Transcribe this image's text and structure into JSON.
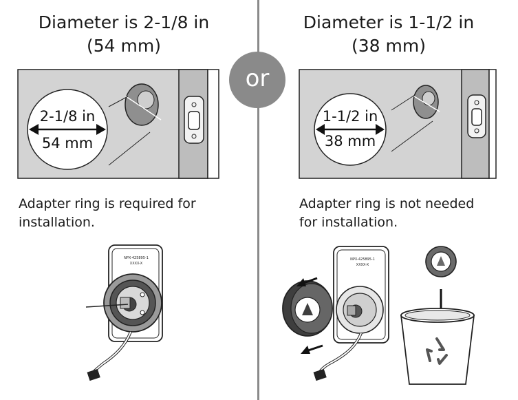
{
  "separator": {
    "label": "or"
  },
  "left": {
    "title_line1": "Diameter is 2-1/8 in",
    "title_line2": "(54 mm)",
    "circle_line1": "2-1/8 in",
    "circle_line2": "54 mm",
    "caption": "Adapter ring is required for\ninstallation.",
    "part_label_line1": "NPX-425895-1",
    "part_label_line2": "XXXX-X"
  },
  "right": {
    "title_line1": "Diameter is 1-1/2 in",
    "title_line2": "(38 mm)",
    "circle_line1": "1-1/2 in",
    "circle_line2": "38 mm",
    "caption": "Adapter ring is not needed\nfor installation.",
    "part_label_line1": "NPX-425895-1",
    "part_label_line2": "XXXX-X"
  },
  "colors": {
    "door_fill": "#d3d3d3",
    "divider": "#8a8a8a",
    "hole_fill": "#8f8f8f"
  },
  "icons": [
    "double-arrow-icon",
    "recycle-icon",
    "down-arrow-icon"
  ]
}
